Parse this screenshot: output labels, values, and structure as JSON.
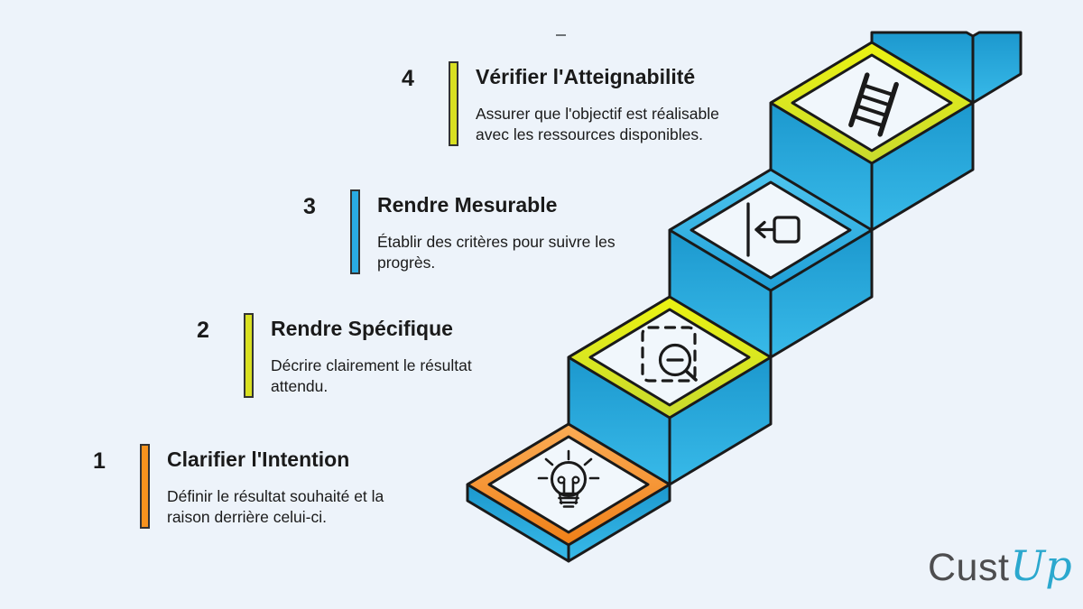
{
  "canvas": {
    "background": "#EDF3FA"
  },
  "steps": [
    {
      "number": "1",
      "title": "Clarifier l'Intention",
      "desc_lines": [
        "Définir le résultat souhaité et la",
        "raison derrière celui-ci."
      ],
      "accent": "#F7931E",
      "icon": "lightbulb-icon"
    },
    {
      "number": "2",
      "title": "Rendre Spécifique",
      "desc_lines": [
        "Décrire clairement le résultat",
        "attendu."
      ],
      "accent": "#D9E021",
      "icon": "zoom-selection-icon"
    },
    {
      "number": "3",
      "title": "Rendre Mesurable",
      "desc_lines": [
        "Établir des critères pour suivre les",
        "progrès."
      ],
      "accent": "#29ABE2",
      "icon": "snap-left-arrow-icon"
    },
    {
      "number": "4",
      "title": "Vérifier l'Atteignabilité",
      "desc_lines": [
        "Assurer que l'objectif est réalisable",
        "avec les ressources disponibles."
      ],
      "accent": "#D9E021",
      "icon": "ladder-icon"
    }
  ],
  "colors": {
    "stair_blue": "#29ABE2",
    "face_dark": "#1C98CE",
    "face_light": "#38BAE9",
    "orange": "#F7931E",
    "yellow_green": "#D9E021",
    "tile_white": "#F1F7FC",
    "outline": "#1A1A1A"
  },
  "logo": {
    "part1": "Cust",
    "part2": "Up",
    "part1_color": "#4D4D4F",
    "part2_color": "#2BA8CE"
  }
}
